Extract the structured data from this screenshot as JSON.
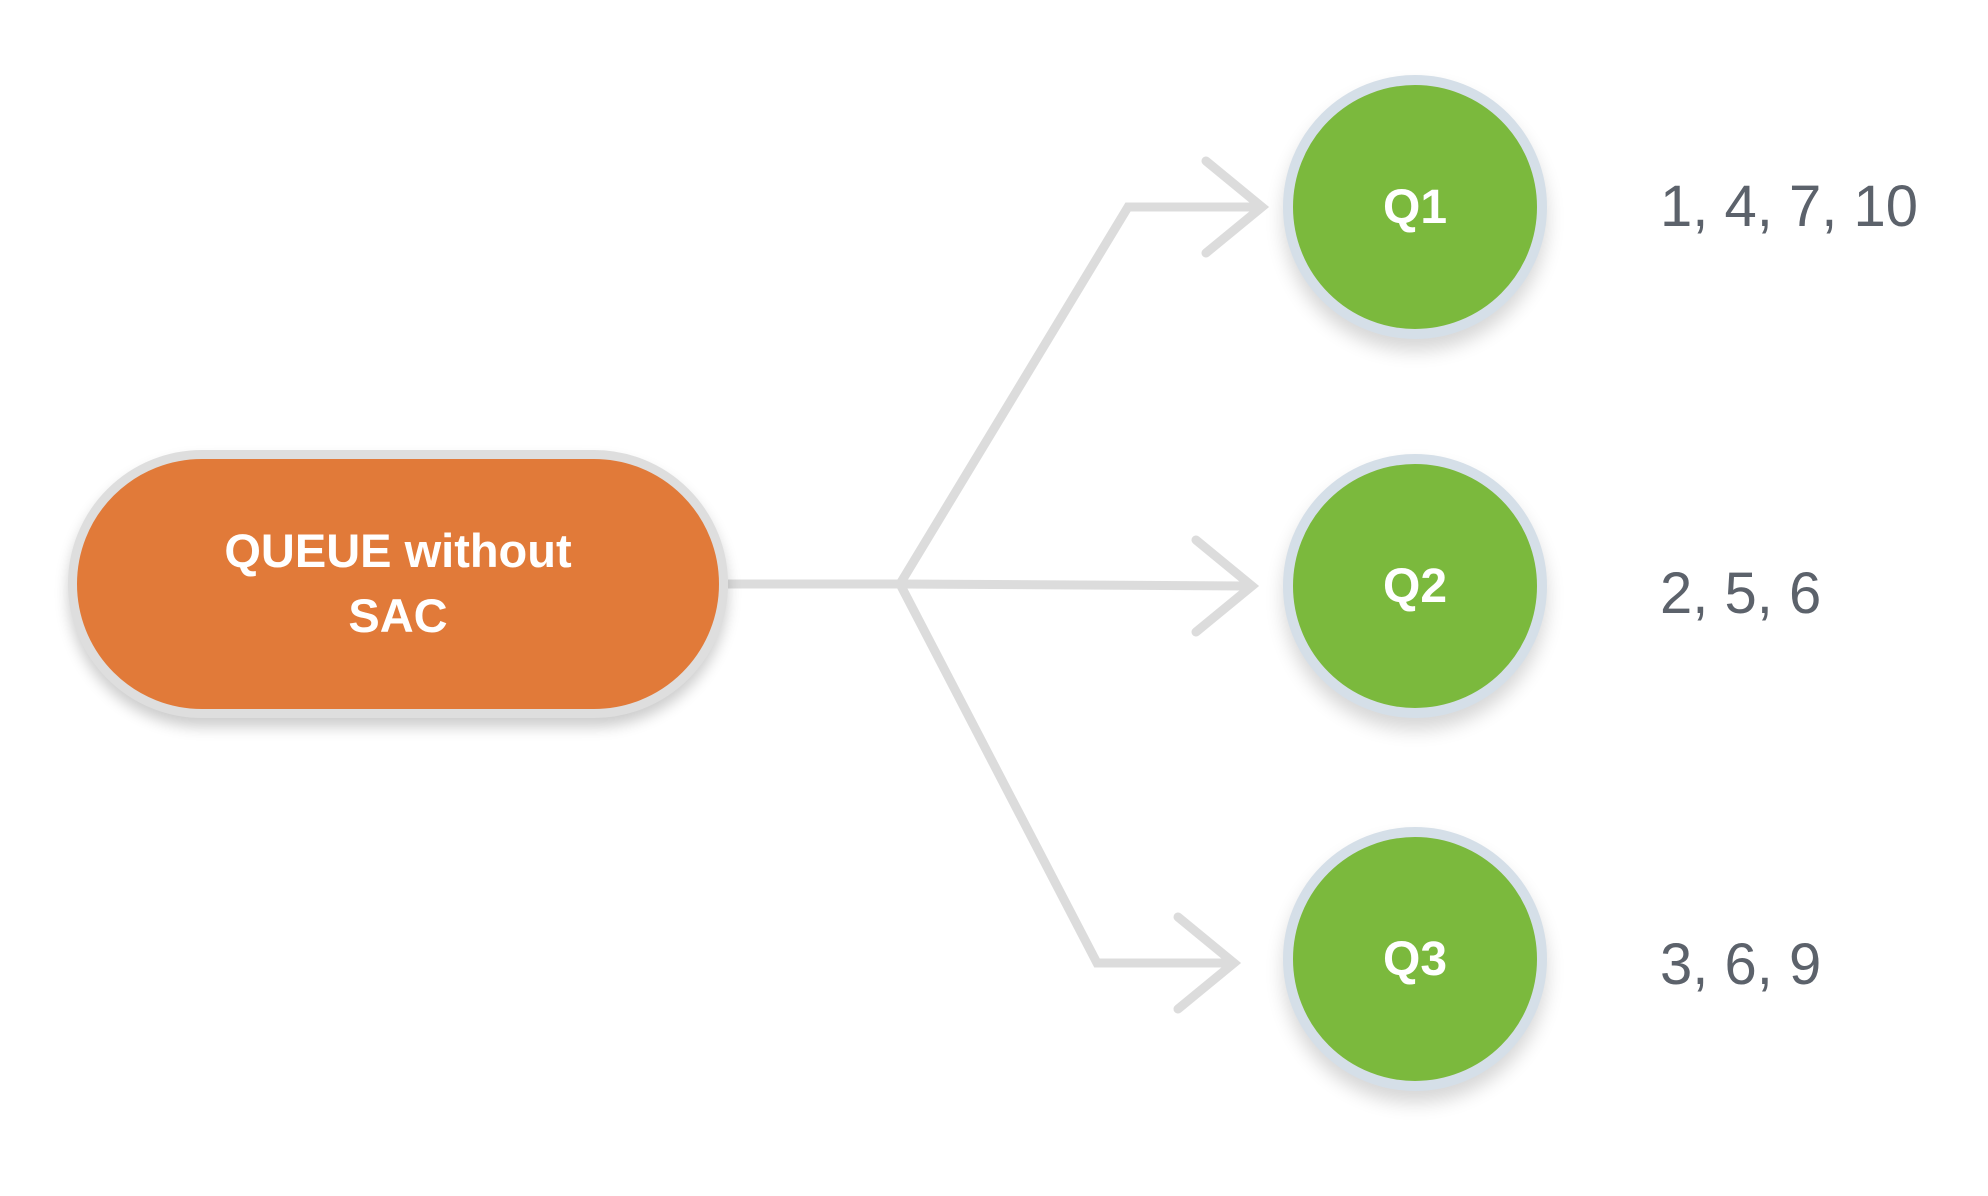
{
  "diagram": {
    "source": {
      "label": "QUEUE without SAC"
    },
    "queues": [
      {
        "label": "Q1",
        "items": "1, 4, 7, 10"
      },
      {
        "label": "Q2",
        "items": "2, 5, 6"
      },
      {
        "label": "Q3",
        "items": "3, 6, 9"
      }
    ],
    "colors": {
      "source_fill": "#e17a39",
      "source_border": "#dedede",
      "queue_fill": "#7bb93d",
      "queue_border": "#d5dfe8",
      "connector": "#dcdcdc",
      "items_text": "#5c626b",
      "node_text": "#ffffff",
      "background": "#ffffff"
    }
  }
}
